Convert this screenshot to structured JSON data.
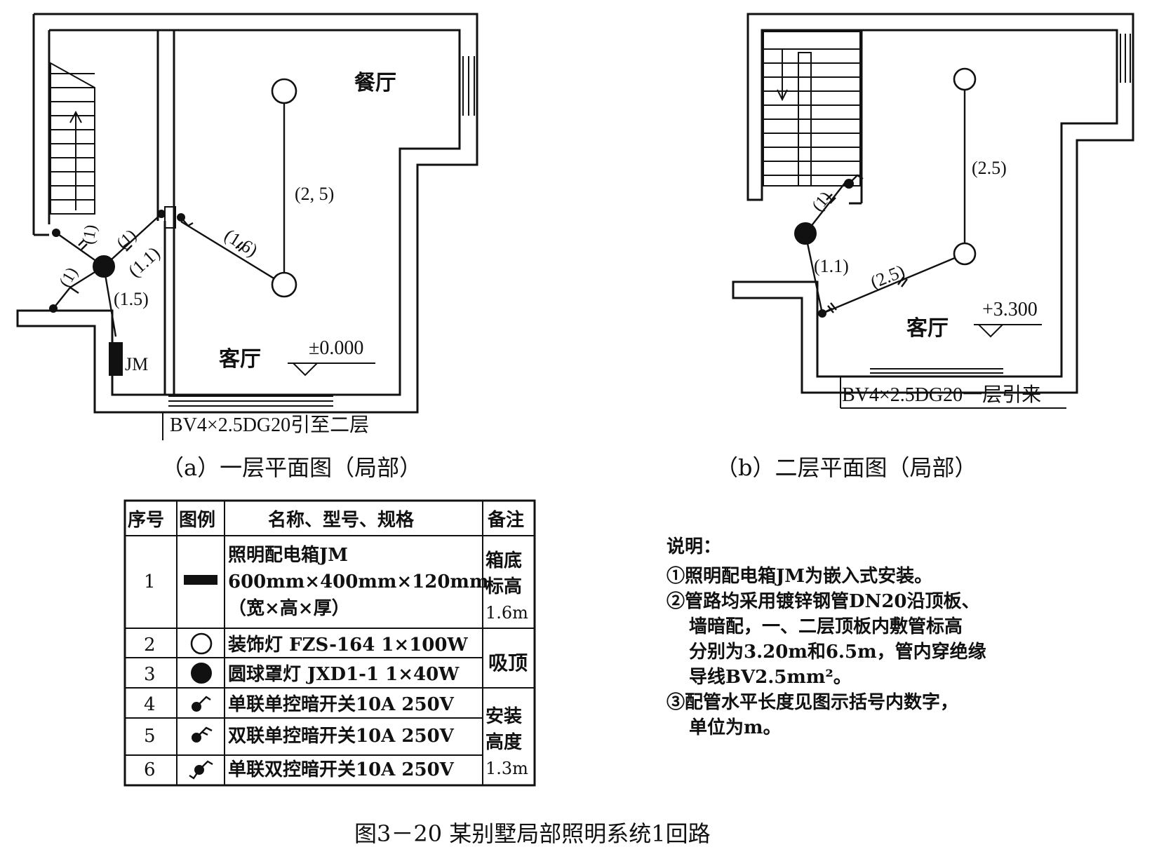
{
  "floor1": {
    "dining_label": "餐厅",
    "living_label": "客厅",
    "elevation": "±0.000",
    "box_label": "JM",
    "conduit_label": "BV4×2.5DG20引至二层",
    "lengths": [
      "(2, 5)",
      "(1.6)",
      "(1.1)",
      "(1)",
      "(1)",
      "(1)",
      "(1.5)"
    ],
    "caption": "（a）一层平面图（局部）"
  },
  "floor2": {
    "living_label": "客厅",
    "elevation": "+3.300",
    "conduit_label": "BV4×2.5DG20一层引来",
    "lengths": [
      "(2.5)",
      "(2.5)",
      "(1.1)",
      "(1)"
    ],
    "caption": "（b）二层平面图（局部）"
  },
  "legend": {
    "headers": [
      "序号",
      "图例",
      "名称、型号、规格",
      "备注"
    ],
    "rows": [
      {
        "no": "1",
        "icon": "distribution-box-icon",
        "name_lines": [
          "照明配电箱JM",
          "600mm×400mm×120mm",
          "（宽×高×厚）"
        ]
      },
      {
        "no": "2",
        "icon": "decorative-lamp-icon",
        "name_lines": [
          "装饰灯  FZS-164  1×100W"
        ]
      },
      {
        "no": "3",
        "icon": "globe-lamp-icon",
        "name_lines": [
          "圆球罩灯  JXD1-1  1×40W"
        ]
      },
      {
        "no": "4",
        "icon": "single-switch-icon",
        "name_lines": [
          "单联单控暗开关10A  250V"
        ]
      },
      {
        "no": "5",
        "icon": "double-switch-icon",
        "name_lines": [
          "双联单控暗开关10A  250V"
        ]
      },
      {
        "no": "6",
        "icon": "two-way-switch-icon",
        "name_lines": [
          "单联双控暗开关10A  250V"
        ]
      }
    ],
    "remarks": [
      [
        "箱底",
        "标高",
        "1.6m"
      ],
      [
        "吸顶"
      ],
      [
        "安装",
        "高度",
        "1.3m"
      ]
    ]
  },
  "notes": {
    "title": "说明：",
    "lines": [
      "①照明配电箱JM为嵌入式安装。",
      "②管路均采用镀锌钢管DN20沿顶板、",
      "墙暗配，一、二层顶板内敷管标高",
      "分别为3.20m和6.5m，管内穿绝缘",
      "导线BV2.5mm²。",
      "③配管水平长度见图示括号内数字，",
      "单位为m。"
    ]
  },
  "figure_caption": "图3－20    某别墅局部照明系统1回路"
}
